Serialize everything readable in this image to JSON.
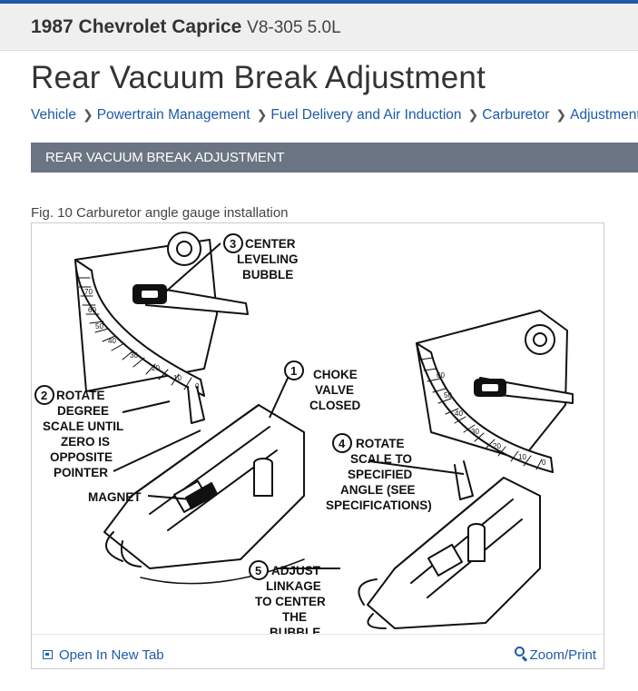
{
  "vehicle": {
    "title": "1987 Chevrolet Caprice",
    "engine": "V8-305 5.0L"
  },
  "page_title": "Rear Vacuum Break Adjustment",
  "breadcrumb": [
    "Vehicle",
    "Powertrain Management",
    "Fuel Delivery and Air Induction",
    "Carburetor",
    "Adjustments"
  ],
  "section_header": "REAR VACUUM BREAK ADJUSTMENT",
  "figure": {
    "caption": "Fig. 10 Carburetor angle gauge installation",
    "callouts": {
      "c1": {
        "num": "1",
        "lines": [
          "CHOKE",
          "VALVE",
          "CLOSED"
        ]
      },
      "c2": {
        "num": "2",
        "lines": [
          "ROTATE",
          "DEGREE",
          "SCALE UNTIL",
          "ZERO IS",
          "OPPOSITE",
          "POINTER"
        ]
      },
      "c3": {
        "num": "3",
        "lines": [
          "CENTER",
          "LEVELING",
          "BUBBLE"
        ]
      },
      "c4": {
        "num": "4",
        "lines": [
          "ROTATE",
          "SCALE TO",
          "SPECIFIED",
          "ANGLE (SEE",
          "SPECIFICATIONS)"
        ]
      },
      "c5": {
        "num": "5",
        "lines": [
          "ADJUST",
          "LINKAGE",
          "TO CENTER",
          "THE",
          "BUBBLE"
        ]
      },
      "magnet": "MAGNET"
    },
    "left_scale_ticks": [
      "70",
      "60",
      "50",
      "40",
      "30",
      "20",
      "10",
      "0"
    ],
    "right_scale_ticks": [
      "60",
      "50",
      "40",
      "30",
      "20",
      "10",
      "0"
    ],
    "actions": {
      "open_tab": "Open In New Tab",
      "zoom_print": "Zoom/Print"
    }
  },
  "colors": {
    "accent": "#1f5aa6",
    "header_bg": "#6a7483",
    "vehicle_bar_bg": "#efefef"
  },
  "icons": {
    "breadcrumb_separator": "chevron-right-icon",
    "open_tab": "open-in-new-tab-icon",
    "zoom": "zoom-magnifier-icon"
  }
}
